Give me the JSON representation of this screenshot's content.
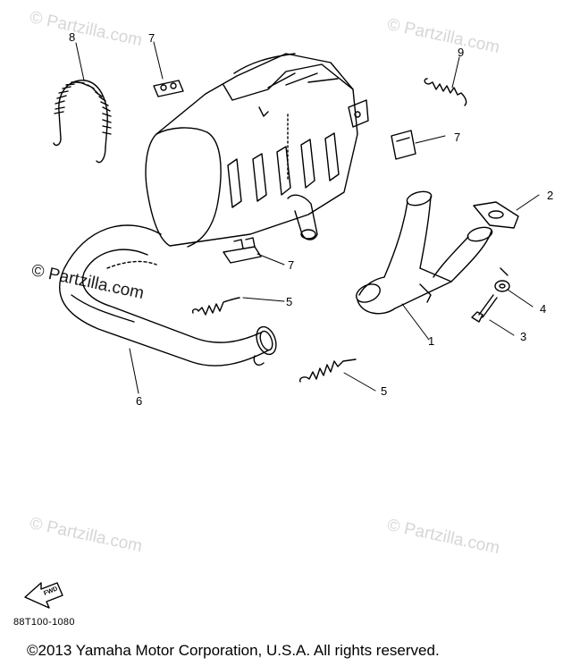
{
  "watermark": "© Partzilla.com",
  "callouts": {
    "c1": "1",
    "c2": "2",
    "c3": "3",
    "c4": "4",
    "c5a": "5",
    "c5b": "5",
    "c6": "6",
    "c7a": "7",
    "c7b": "7",
    "c7c": "7",
    "c8": "8",
    "c9": "9"
  },
  "fwd_label": "FWD",
  "diagram_code": "88T100-1080",
  "copyright": "©2013  Yamaha Motor Corporation, U.S.A. All rights reserved."
}
